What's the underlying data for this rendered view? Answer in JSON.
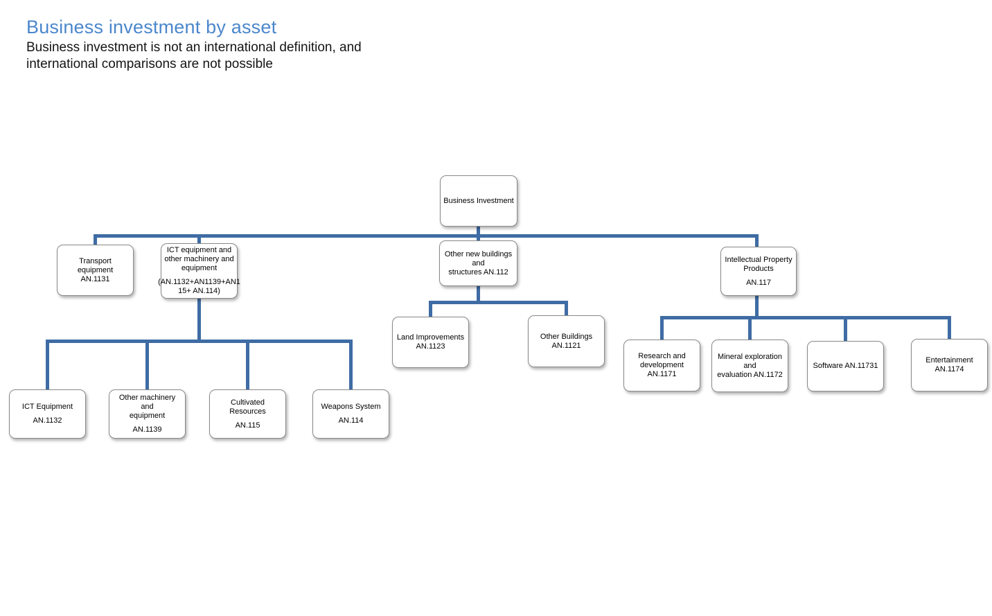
{
  "page": {
    "title": "Business investment by asset",
    "subtitle": "Business investment is not an international definition, and international comparisons are not possible"
  },
  "theme": {
    "title_color": "#4b87cc",
    "connector_color": "#3f6ca4",
    "node_border_color": "#898989",
    "node_background": "#ffffff",
    "node_text_color": "#000000"
  },
  "chart_type": "org-chart-tree",
  "nodes": {
    "root": {
      "paragraphs": [
        "Business Investment"
      ]
    },
    "transport": {
      "paragraphs": [
        "Transport equipment\nAN.1131"
      ]
    },
    "ictGroup": {
      "paragraphs": [
        "ICT  equipment and\nother machinery and\nequipment",
        "(AN.1132+AN1139+AN1\n15+ AN.114)"
      ]
    },
    "otherNewBuildings": {
      "paragraphs": [
        "Other new buildings and\nstructures AN.112"
      ]
    },
    "ipp": {
      "paragraphs": [
        "Intellectual Property\nProducts",
        "AN.117"
      ]
    },
    "ictEquipment": {
      "paragraphs": [
        "ICT Equipment",
        "AN.1132"
      ]
    },
    "otherMachinery": {
      "paragraphs": [
        "Other machinery and\nequipment",
        "AN.1139"
      ]
    },
    "cultivatedResources": {
      "paragraphs": [
        "Cultivated Resources",
        "AN.115"
      ]
    },
    "weaponsSystem": {
      "paragraphs": [
        "Weapons System",
        "AN.114"
      ]
    },
    "landImprovements": {
      "paragraphs": [
        "Land Improvements\nAN.1123"
      ]
    },
    "otherBuildings": {
      "paragraphs": [
        "Other Buildings AN.1121"
      ]
    },
    "researchDevelopment": {
      "paragraphs": [
        "Research and\ndevelopment AN.1171"
      ]
    },
    "mineralExploration": {
      "paragraphs": [
        "Mineral exploration and\nevaluation AN.1172"
      ]
    },
    "software": {
      "paragraphs": [
        "Software AN.11731"
      ]
    },
    "entertainment": {
      "paragraphs": [
        "Entertainment AN.1174"
      ]
    }
  },
  "hierarchy": {
    "Business Investment": {
      "Transport equipment AN.1131": {},
      "ICT equipment and other machinery and equipment (AN.1132+AN1139+AN115+ AN.114)": {
        "ICT Equipment AN.1132": {},
        "Other machinery and equipment AN.1139": {},
        "Cultivated Resources AN.115": {},
        "Weapons System AN.114": {}
      },
      "Other new buildings and structures AN.112": {
        "Land Improvements AN.1123": {},
        "Other Buildings AN.1121": {}
      },
      "Intellectual Property Products AN.117": {
        "Research and development AN.1171": {},
        "Mineral exploration and evaluation AN.1172": {},
        "Software AN.11731": {},
        "Entertainment AN.1174": {}
      }
    }
  }
}
